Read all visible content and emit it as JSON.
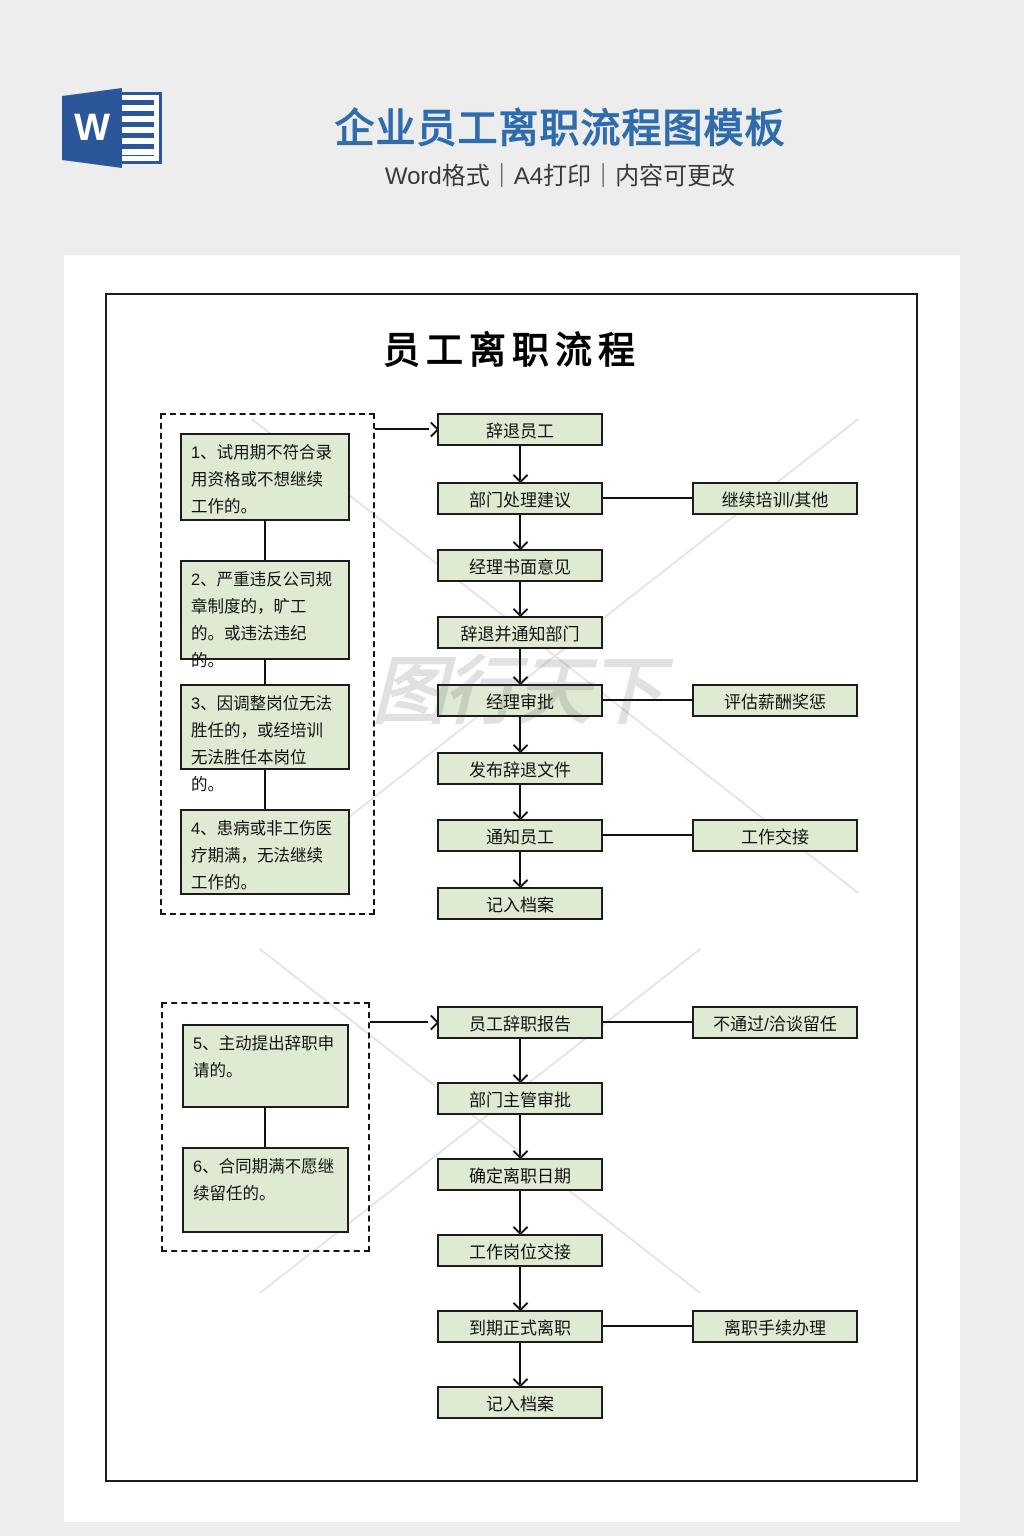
{
  "header": {
    "icon_letter": "W",
    "title": "企业员工离职流程图模板",
    "subtitle": "Word格式｜A4打印｜内容可更改",
    "title_color": "#2e6cab",
    "word_brand_color": "#2b579a"
  },
  "document": {
    "title": "员工离职流程",
    "watermark": "图行天下",
    "colors": {
      "box_fill": "#dfead3",
      "box_border": "#1c1c1c",
      "page_background": "#ededee"
    },
    "section1": {
      "reasons": [
        "1、试用期不符合录用资格或不想继续工作的。",
        "2、严重违反公司规章制度的，旷工的。或违法违纪的。",
        "3、因调整岗位无法胜任的，或经培训无法胜任本岗位的。",
        "4、患病或非工伤医疗期满，无法继续工作的。"
      ],
      "steps": [
        "辞退员工",
        "部门处理建议",
        "经理书面意见",
        "辞退并通知部门",
        "经理审批",
        "发布辞退文件",
        "通知员工",
        "记入档案"
      ],
      "side_notes": [
        "继续培训/其他",
        "评估薪酬奖惩",
        "工作交接"
      ]
    },
    "section2": {
      "reasons": [
        "5、主动提出辞职申请的。",
        "6、合同期满不愿继续留任的。"
      ],
      "steps": [
        "员工辞职报告",
        "部门主管审批",
        "确定离职日期",
        "工作岗位交接",
        "到期正式离职",
        "记入档案"
      ],
      "side_notes": [
        "不通过/洽谈留任",
        "离职手续办理"
      ]
    }
  }
}
